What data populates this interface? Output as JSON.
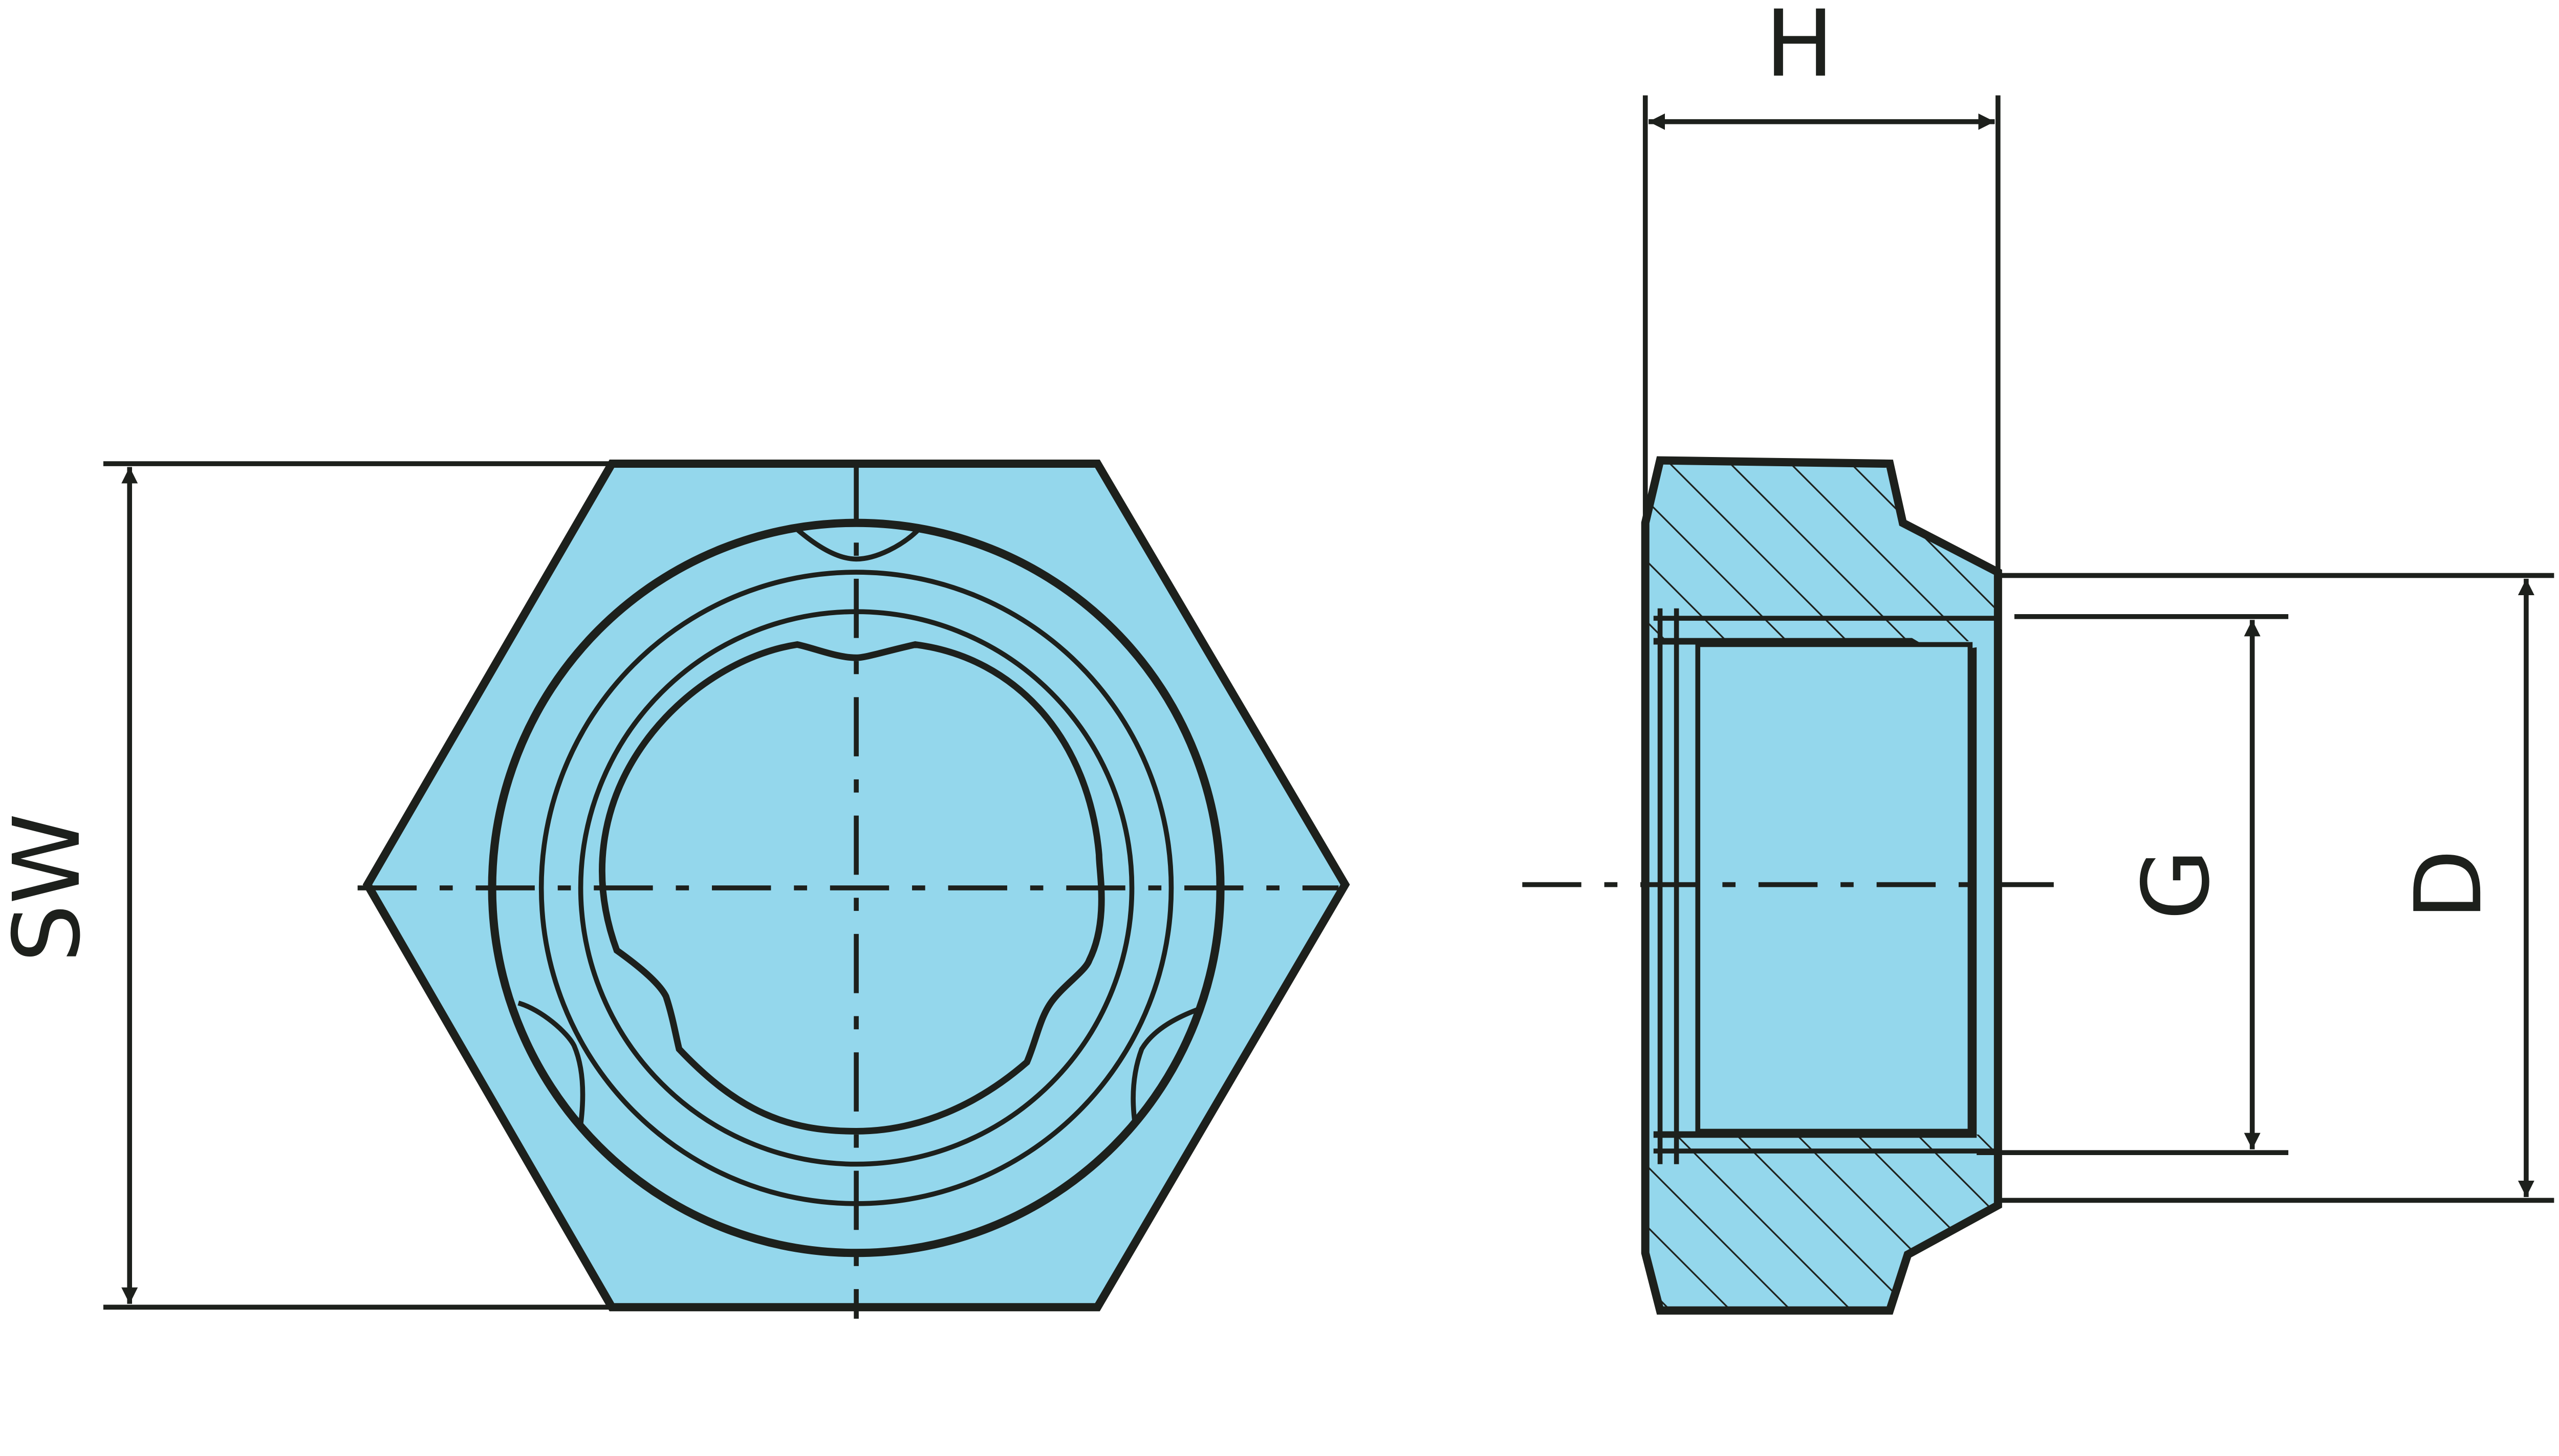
{
  "colors": {
    "fill": "#94d7ec",
    "line": "#1d201c"
  },
  "front_view": {
    "dimension_label": "SW"
  },
  "section_view": {
    "height_label": "H",
    "thread_label": "G",
    "diameter_label": "D"
  }
}
